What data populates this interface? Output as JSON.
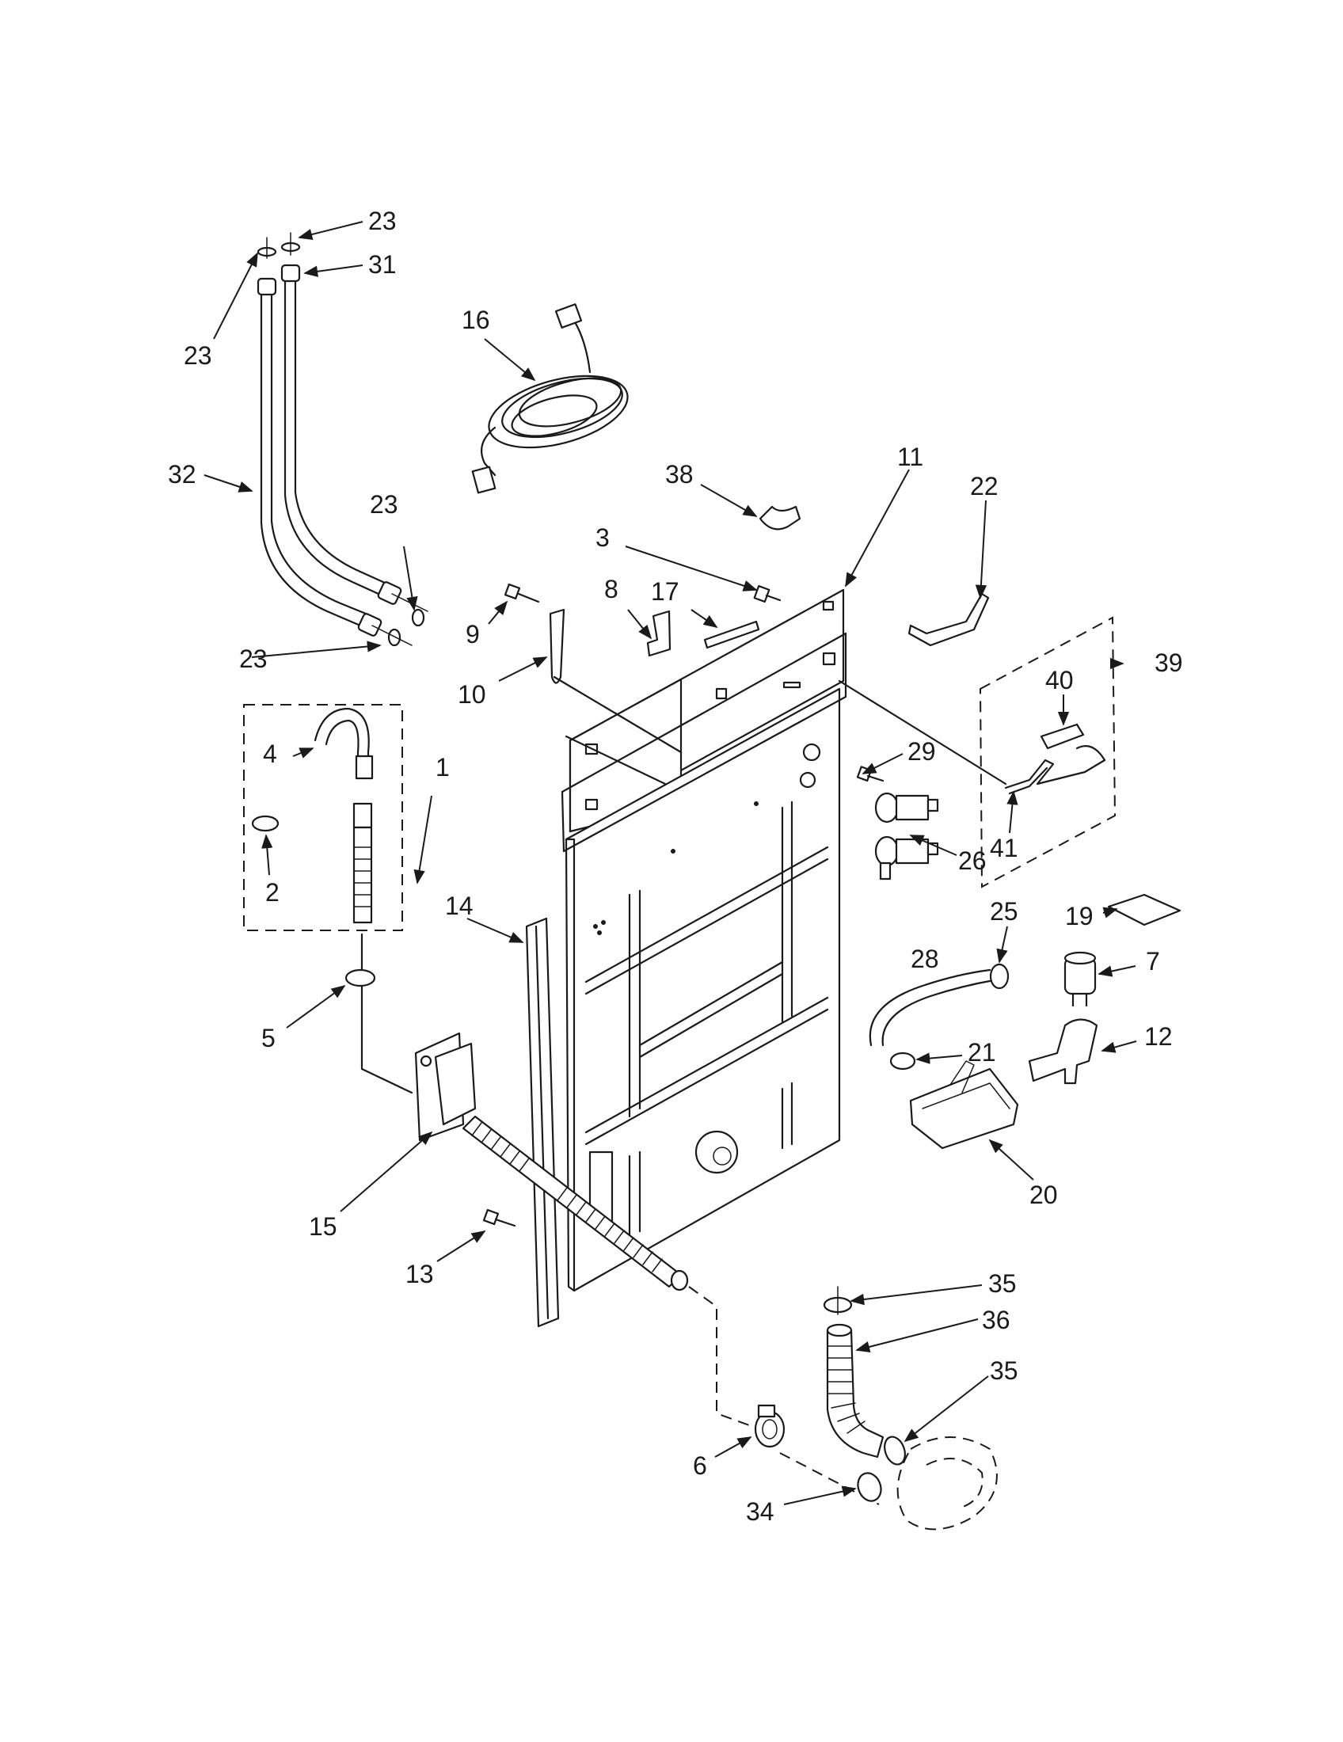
{
  "callouts": {
    "c1": "1",
    "c2": "2",
    "c3": "3",
    "c4": "4",
    "c5": "5",
    "c6": "6",
    "c7": "7",
    "c8": "8",
    "c9": "9",
    "c10": "10",
    "c11": "11",
    "c12": "12",
    "c13": "13",
    "c14": "14",
    "c15": "15",
    "c16": "16",
    "c17": "17",
    "c19": "19",
    "c20": "20",
    "c21": "21",
    "c22": "22",
    "c23a": "23",
    "c23b": "23",
    "c23c": "23",
    "c23d": "23",
    "c25": "25",
    "c26": "26",
    "c28": "28",
    "c29": "29",
    "c31": "31",
    "c32": "32",
    "c34": "34",
    "c35a": "35",
    "c35b": "35",
    "c36": "36",
    "c38": "38",
    "c39": "39",
    "c40": "40",
    "c41": "41"
  }
}
